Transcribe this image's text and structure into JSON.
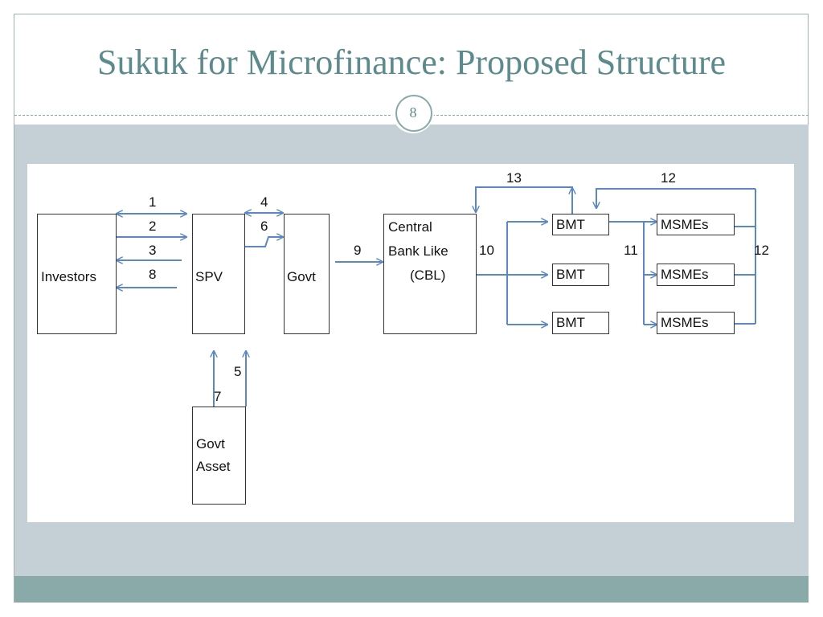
{
  "slide": {
    "title": "Sukuk for Microfinance: Proposed Structure",
    "number": "8",
    "accent": "#5d8a8c",
    "band_color": "#c5d0d6",
    "footer_color": "#8aaaa9"
  },
  "diagram": {
    "arrow_color": "#5b87c5",
    "nodes": {
      "investors": "Investors",
      "spv": "SPV",
      "govt": "Govt",
      "govt_asset": [
        "Govt",
        "Asset"
      ],
      "cbl": [
        "Central",
        "Bank Like",
        "(CBL)"
      ],
      "bmt": [
        "BMT",
        "BMT",
        "BMT"
      ],
      "msmes": [
        "MSMEs",
        "MSMEs",
        "MSMEs"
      ]
    },
    "flow_labels": {
      "f1": "1",
      "f2": "2",
      "f3": "3",
      "f4": "4",
      "f5": "5",
      "f6": "6",
      "f7": "7",
      "f8": "8",
      "f9": "9",
      "f10": "10",
      "f11": "11",
      "f12_top": "12",
      "f12_right": "12",
      "f13": "13"
    }
  }
}
